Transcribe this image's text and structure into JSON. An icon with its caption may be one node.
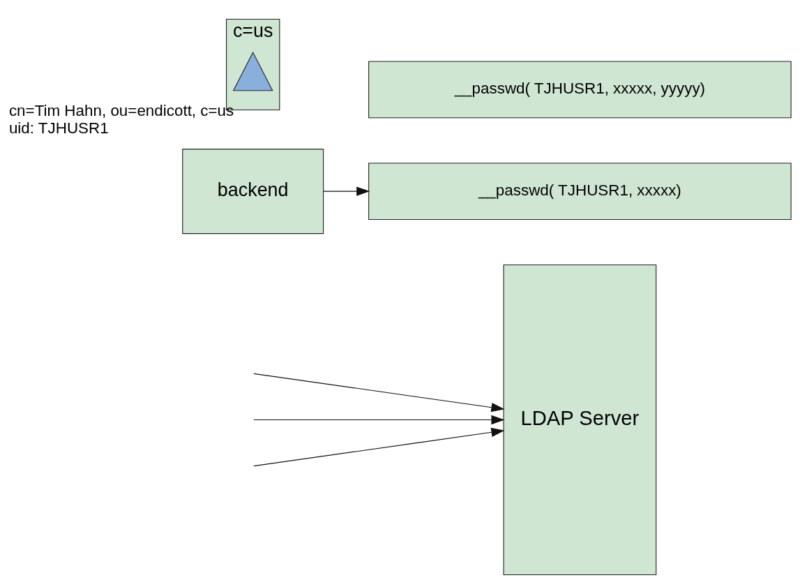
{
  "diagram": {
    "nodes": [
      {
        "text": [
          "LDAP Server"
        ]
      },
      {
        "text": [
          "backend"
        ]
      },
      {
        "text": [
          "c=us"
        ]
      },
      {
        "text": [],
        "shape": "triangle",
        "in": 2,
        "beside": [
          "cn=Tim Hahn, ou=endicott, c=us",
          "uid: TJHUSR1"
        ]
      },
      {
        "text": [
          "__passwd( TJHUSR1, xxxxx)"
        ]
      },
      {
        "text": [
          "__passwd( TJHUSR1, xxxxx, yyyyy)"
        ]
      }
    ],
    "edges": [
      {
        "from": null,
        "to": 0,
        "arrow": "to"
      },
      {
        "from": null,
        "to": 0,
        "arrow": "to"
      },
      {
        "from": null,
        "to": 0,
        "arrow": "to"
      },
      {
        "from": 1,
        "to": 4,
        "arrow": "to"
      }
    ]
  }
}
